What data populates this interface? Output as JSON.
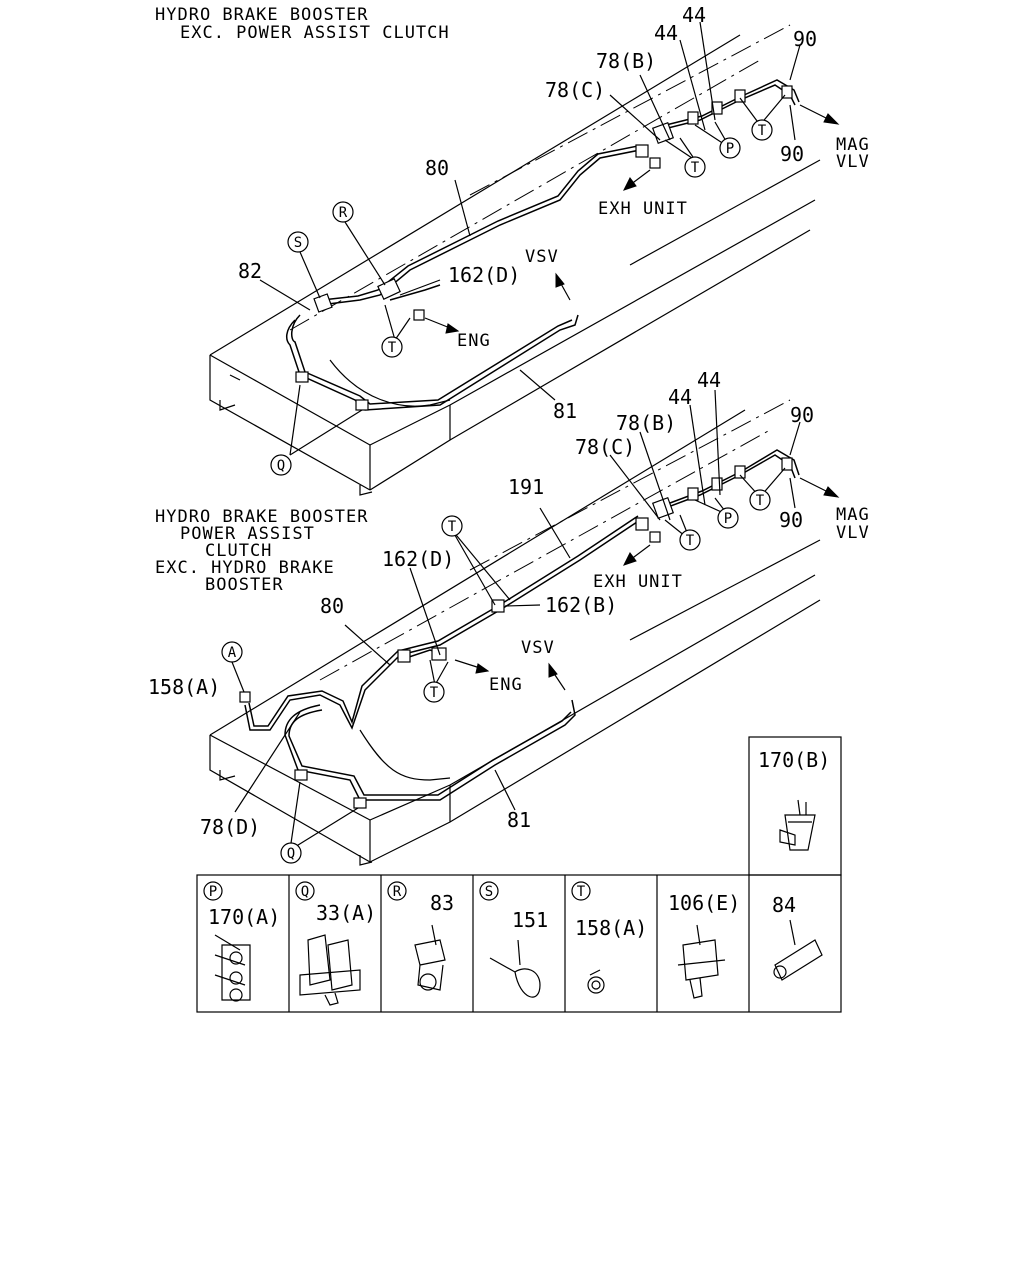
{
  "upper": {
    "header": [
      "HYDRO BRAKE BOOSTER",
      "EXC. POWER ASSIST CLUTCH"
    ],
    "labels": {
      "p44a": "44",
      "p44b": "44",
      "p90a": "90",
      "p90b": "90",
      "p78b": "78(B)",
      "p78c": "78(C)",
      "p80": "80",
      "p82": "82",
      "p162d": "162(D)",
      "p81": "81"
    },
    "directions": {
      "mag1": "MAG",
      "mag2": "VLV",
      "exh": "EXH UNIT",
      "vsv": "VSV",
      "eng": "ENG"
    },
    "circles": {
      "p": "P",
      "t1": "T",
      "t2": "T",
      "t3": "T",
      "r": "R",
      "s": "S",
      "q": "Q"
    }
  },
  "lower": {
    "header": [
      "HYDRO BRAKE BOOSTER",
      "POWER ASSIST",
      "CLUTCH",
      "EXC. HYDRO BRAKE",
      "BOOSTER"
    ],
    "labels": {
      "p44a": "44",
      "p44b": "44",
      "p90a": "90",
      "p90b": "90",
      "p78b": "78(B)",
      "p78c": "78(C)",
      "p191": "191",
      "p162d": "162(D)",
      "p162b": "162(B)",
      "p80": "80",
      "p158a": "158(A)",
      "p78d": "78(D)",
      "p81": "81"
    },
    "directions": {
      "mag1": "MAG",
      "mag2": "VLV",
      "exh": "EXH UNIT",
      "vsv": "VSV",
      "eng": "ENG"
    },
    "circles": {
      "p": "P",
      "t1": "T",
      "t2": "T",
      "t3": "T",
      "t4": "T",
      "a": "A",
      "q": "Q"
    }
  },
  "legend": {
    "boxes": [
      {
        "key": "P",
        "part": "170(A)"
      },
      {
        "key": "Q",
        "part": "33(A)"
      },
      {
        "key": "R",
        "part": "83"
      },
      {
        "key": "S",
        "part": "151"
      },
      {
        "key": "T",
        "part": "158(A)"
      },
      {
        "key": "",
        "part": "106(E)"
      },
      {
        "key": "",
        "part": "84"
      }
    ],
    "extra": {
      "part": "170(B)"
    }
  }
}
